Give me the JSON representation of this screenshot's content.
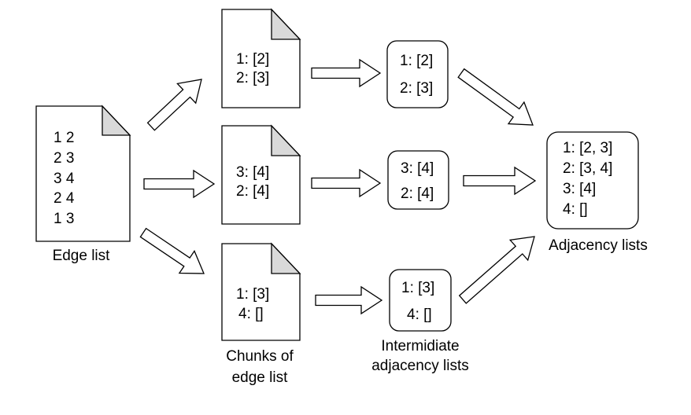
{
  "edge_list": {
    "lines": [
      "1 2",
      "2 3",
      "3 4",
      "2 4",
      "1 3"
    ],
    "caption": [
      "Edge list"
    ]
  },
  "chunks": [
    {
      "lines": [
        "1: [2]",
        "2: [3]"
      ]
    },
    {
      "lines": [
        "3: [4]",
        "2: [4]"
      ]
    },
    {
      "lines": [
        "1: [3]",
        "4: []"
      ]
    }
  ],
  "chunks_caption": [
    "Chunks of",
    "edge list"
  ],
  "intermediate": [
    {
      "lines": [
        "1: [2]",
        "2: [3]"
      ]
    },
    {
      "lines": [
        "3: [4]",
        "2: [4]"
      ]
    },
    {
      "lines": [
        "1: [3]",
        "4: []"
      ]
    }
  ],
  "intermediate_caption": [
    "Intermidiate",
    "adjacency lists"
  ],
  "adjacency": {
    "lines": [
      "1: [2, 3]",
      "2: [3, 4]",
      "3: [4]",
      "4: []"
    ],
    "caption": [
      "Adjacency lists"
    ]
  }
}
